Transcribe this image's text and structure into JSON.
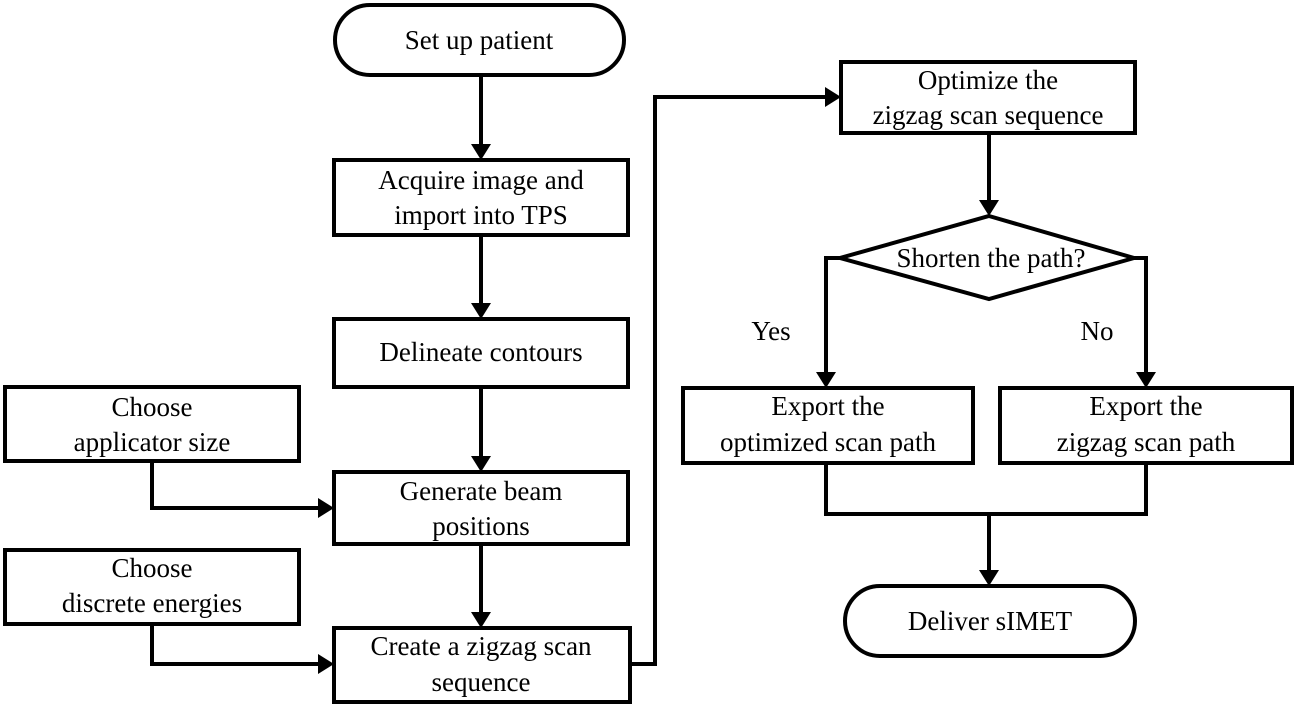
{
  "flowchart": {
    "nodes": {
      "setup": {
        "lines": [
          "Set up patient"
        ]
      },
      "acquire": {
        "lines": [
          "Acquire  image and",
          "import into TPS"
        ]
      },
      "delineate": {
        "lines": [
          "Delineate contours"
        ]
      },
      "applicator": {
        "lines": [
          "Choose",
          "applicator size"
        ]
      },
      "generate": {
        "lines": [
          "Generate beam",
          "positions"
        ]
      },
      "energies": {
        "lines": [
          "Choose",
          "discrete energies"
        ]
      },
      "create": {
        "lines": [
          "Create a zigzag scan",
          "sequence"
        ]
      },
      "optimize": {
        "lines": [
          "Optimize the",
          "zigzag scan sequence"
        ]
      },
      "decision": {
        "lines": [
          "Shorten the path?"
        ]
      },
      "export_opt": {
        "lines": [
          "Export the",
          "optimized scan path"
        ]
      },
      "export_zig": {
        "lines": [
          "Export the",
          "zigzag scan path"
        ]
      },
      "deliver": {
        "lines": [
          "Deliver sIMET"
        ]
      }
    },
    "branch_labels": {
      "yes": "Yes",
      "no": "No"
    }
  }
}
